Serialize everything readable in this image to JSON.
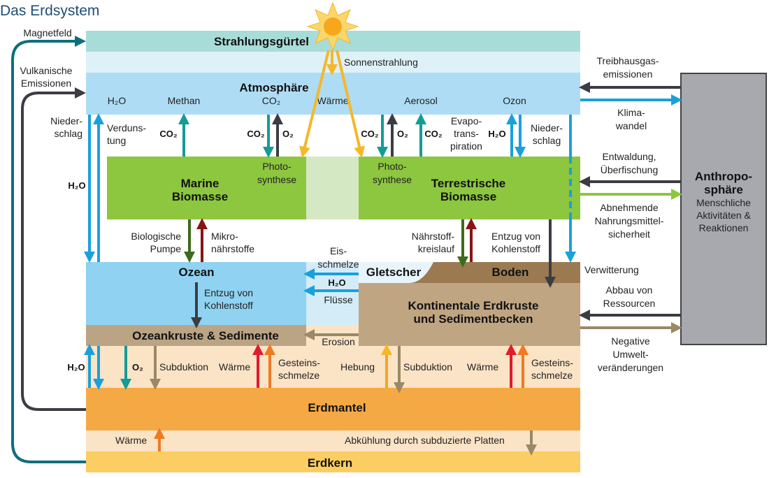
{
  "title": "Das Erdsystem",
  "colors": {
    "radiation_belt": "#a8dcd9",
    "radiation_gap": "#dff1f8",
    "atmosphere": "#aedcf5",
    "biomass": "#8dc63f",
    "biomass_gap": "#d5e8c4",
    "ocean": "#8fd2f2",
    "ocean_gap": "#d4ecf8",
    "soil": "#9b7a52",
    "continental_crust": "#bfa582",
    "ocean_crust": "#bba484",
    "crust_mantle_gap": "#fbe3c6",
    "mantle": "#f5a945",
    "core_gap": "#fbe3c6",
    "core": "#fbcd63",
    "anthroposphere": "#a7a9ae",
    "water_arrow": "#1aa0dd",
    "carbon_arrow": "#139b96",
    "oxygen_arrow": "#3c3c44",
    "sun_arrow": "#f5b72a",
    "heat_arrow": "#e21b2b",
    "melt_arrow": "#ef7a22",
    "tectonic_arrow": "#9a8866",
    "magnet_arrow": "#0f6e7c",
    "bio_pump_arrow": "#3d6b1c",
    "nutrient_arrow": "#8a1414",
    "food_arrow": "#8dc63f"
  },
  "layers": {
    "radiation_belt": "Strahlungsgürtel",
    "atmosphere": "Atmosphäre",
    "marine_biomass": [
      "Marine",
      "Biomasse"
    ],
    "terrestrial_biomass": [
      "Terrestrische",
      "Biomasse"
    ],
    "ocean": "Ozean",
    "glacier": "Gletscher",
    "soil": "Boden",
    "continental_crust": [
      "Kontinentale Erdkruste",
      "und Sedimentbecken"
    ],
    "ocean_crust": "Ozeankruste & Sedimente",
    "mantle": "Erdmantel",
    "core": "Erdkern",
    "anthroposphere": {
      "title": [
        "Anthropo-",
        "sphäre"
      ],
      "subtitle": [
        "Menschliche",
        "Aktivitäten &",
        "Reaktionen"
      ]
    }
  },
  "atmosphere_components": [
    "H₂O",
    "Methan",
    "CO₂",
    "Wärme",
    "Aerosol",
    "Ozon"
  ],
  "labels": {
    "magnetfeld": "Magnetfeld",
    "vulkanische": [
      "Vulkanische",
      "Emissionen"
    ],
    "sonnenstrahlung": "Sonnenstrahlung",
    "niederschlag_left": [
      "Nieder-",
      "schlag"
    ],
    "verdunstung": [
      "Verduns-",
      "tung"
    ],
    "h2o_left": "H₂O",
    "co2_methan": "CO₂",
    "co2_marine_down": "CO₂",
    "o2_marine_up": "O₂",
    "photosynthese_marine": [
      "Photo-",
      "synthese"
    ],
    "photosynthese_terr": [
      "Photo-",
      "synthese"
    ],
    "co2_terr_down": "CO₂",
    "o2_terr_up": "O₂",
    "co2_terr_up": "CO₂",
    "evapotranspiration": [
      "Evapo-",
      "trans-",
      "piration"
    ],
    "h2o_evapo": "H₂O",
    "niederschlag_right": [
      "Nieder-",
      "schlag"
    ],
    "biologische_pumpe": [
      "Biologische",
      "Pumpe"
    ],
    "mikronaehrstoffe": [
      "Mikro-",
      "nährstoffe"
    ],
    "naehrstoffkreislauf": [
      "Nährstoff-",
      "kreislauf"
    ],
    "entzug_terr": [
      "Entzug von",
      "Kohlenstoff"
    ],
    "eisschmelze": [
      "Eis-",
      "schmelze"
    ],
    "h2o_rivers": "H₂O",
    "fluesse": "Flüsse",
    "entzug_ocean": [
      "Entzug von",
      "Kohlenstoff"
    ],
    "erosion": "Erosion",
    "verwitterung": "Verwitterung",
    "h2o_bottom": "H₂O",
    "o2_bottom": "O₂",
    "subduktion_left": "Subduktion",
    "waerme_left": "Wärme",
    "gesteinsschmelze_left": [
      "Gesteins-",
      "schmelze"
    ],
    "hebung": "Hebung",
    "subduktion_right": "Subduktion",
    "waerme_right": "Wärme",
    "gesteinsschmelze_right": [
      "Gesteins-",
      "schmelze"
    ],
    "waerme_core": "Wärme",
    "abkuehlung": "Abkühlung durch subduzierte Platten"
  },
  "anthro_flows": {
    "treibhausgas": [
      "Treibhausgas-",
      "emissionen"
    ],
    "klimawandel": [
      "Klima-",
      "wandel"
    ],
    "entwaldung": [
      "Entwaldung,",
      "Überfischung"
    ],
    "nahrung": [
      "Abnehmende",
      "Nahrungsmittel-",
      "sicherheit"
    ],
    "abbau": [
      "Abbau von",
      "Ressourcen"
    ],
    "umwelt": [
      "Negative",
      "Umwelt-",
      "veränderungen"
    ]
  }
}
